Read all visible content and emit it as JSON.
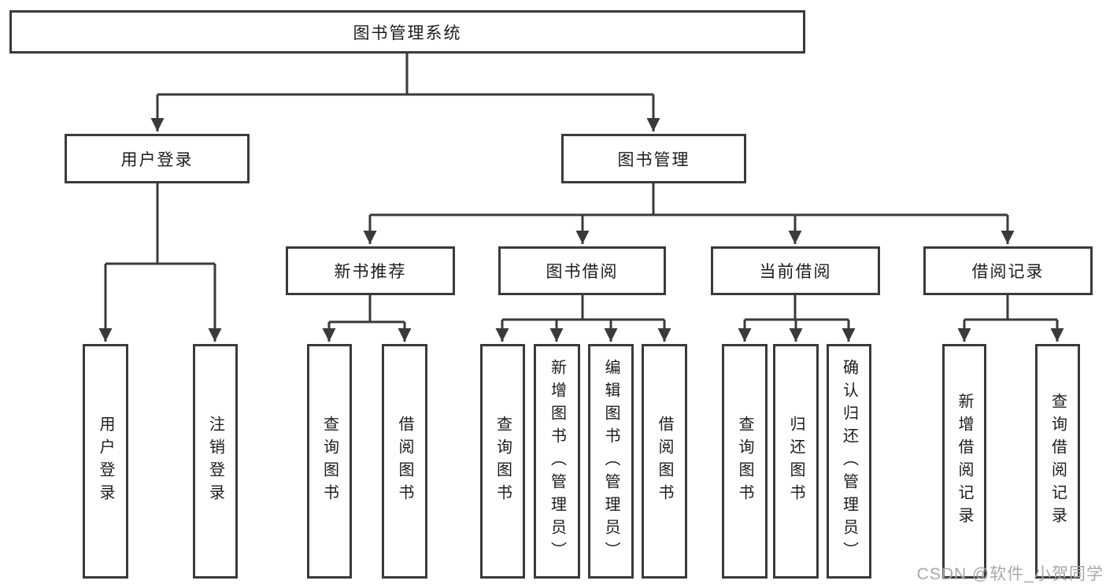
{
  "tree": {
    "label": "图书管理系统",
    "children": [
      {
        "label": "用户登录",
        "children": [
          {
            "label": "用户登录"
          },
          {
            "label": "注销登录"
          }
        ]
      },
      {
        "label": "图书管理",
        "children": [
          {
            "label": "新书推荐",
            "children": [
              {
                "label": "查询图书"
              },
              {
                "label": "借阅图书"
              }
            ]
          },
          {
            "label": "图书借阅",
            "children": [
              {
                "label": "查询图书"
              },
              {
                "label": "新增图书（管理员）"
              },
              {
                "label": "编辑图书（管理员）"
              },
              {
                "label": "借阅图书"
              }
            ]
          },
          {
            "label": "当前借阅",
            "children": [
              {
                "label": "查询图书"
              },
              {
                "label": "归还图书"
              },
              {
                "label": "确认归还（管理员）"
              }
            ]
          },
          {
            "label": "借阅记录",
            "children": [
              {
                "label": "新增借阅记录"
              },
              {
                "label": "查询借阅记录"
              }
            ]
          }
        ]
      }
    ]
  },
  "watermark": {
    "text": "CSDN @软件_小贺同学"
  },
  "colors": {
    "line": "#3a3a3a",
    "text": "#1c1c1c",
    "background": "#ffffff",
    "watermark": "#a8a8a8"
  }
}
